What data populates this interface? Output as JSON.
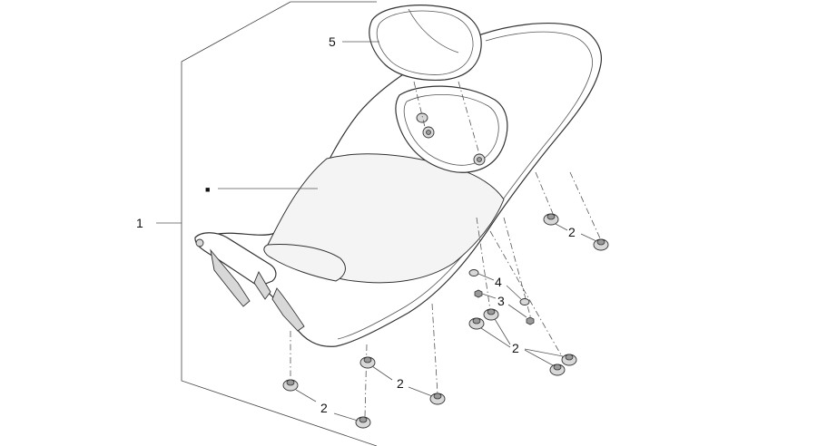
{
  "labels": {
    "seat_assembly": "1",
    "rubber_nut": "2",
    "nut": "3",
    "washer": "4",
    "backrest": "5"
  },
  "marker": "■"
}
